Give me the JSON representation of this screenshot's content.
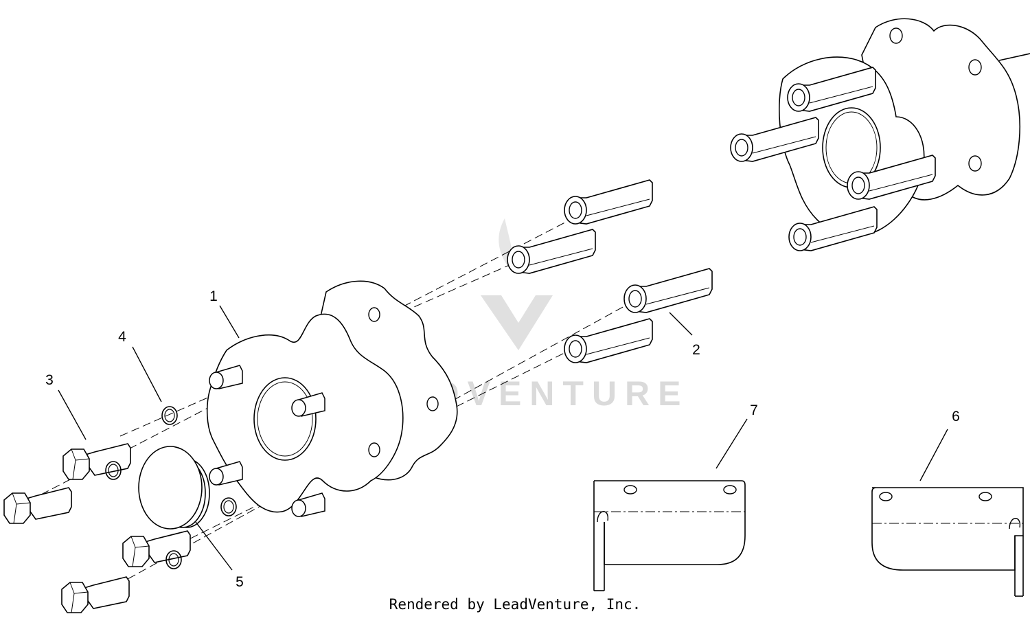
{
  "diagram": {
    "callouts": [
      {
        "id": "1",
        "label": "1"
      },
      {
        "id": "2",
        "label": "2"
      },
      {
        "id": "3",
        "label": "3"
      },
      {
        "id": "4",
        "label": "4"
      },
      {
        "id": "5",
        "label": "5"
      },
      {
        "id": "6",
        "label": "6"
      },
      {
        "id": "7",
        "label": "7"
      }
    ],
    "footer": "Rendered by LeadVenture, Inc.",
    "watermark": "LEADVENTURE"
  }
}
